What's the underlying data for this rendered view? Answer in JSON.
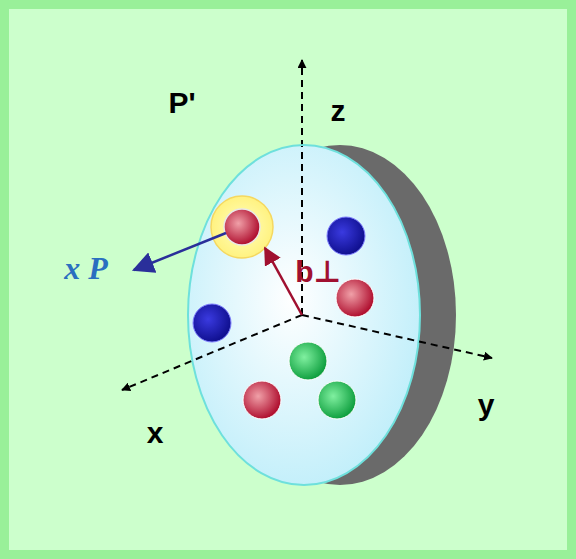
{
  "diagram": {
    "labels": [
      "P'",
      "z",
      "x P",
      "b⊥",
      "x",
      "y"
    ]
  }
}
